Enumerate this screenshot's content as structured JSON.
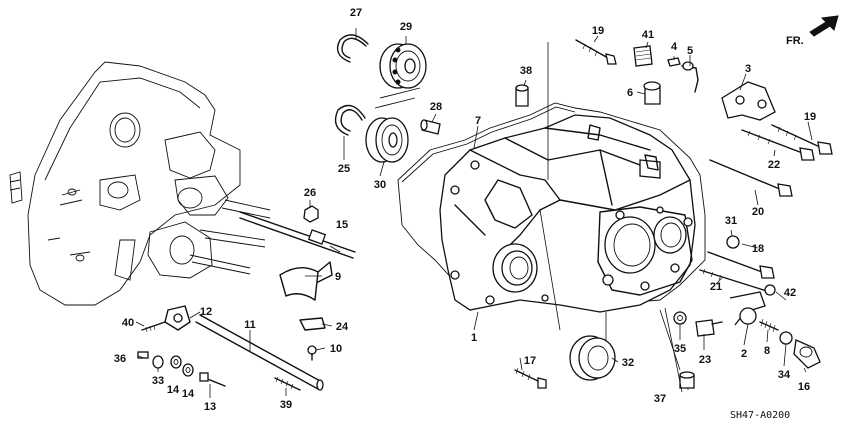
{
  "diagram_code": "SH47-A0200",
  "direction_label": "FR.",
  "callouts": [
    "1",
    "2",
    "3",
    "4",
    "5",
    "6",
    "7",
    "8",
    "9",
    "10",
    "11",
    "12",
    "13",
    "14",
    "14",
    "15",
    "16",
    "17",
    "18",
    "19",
    "19",
    "20",
    "21",
    "22",
    "23",
    "24",
    "25",
    "26",
    "27",
    "28",
    "29",
    "30",
    "31",
    "32",
    "33",
    "34",
    "35",
    "36",
    "37",
    "38",
    "39",
    "40",
    "41",
    "42"
  ]
}
